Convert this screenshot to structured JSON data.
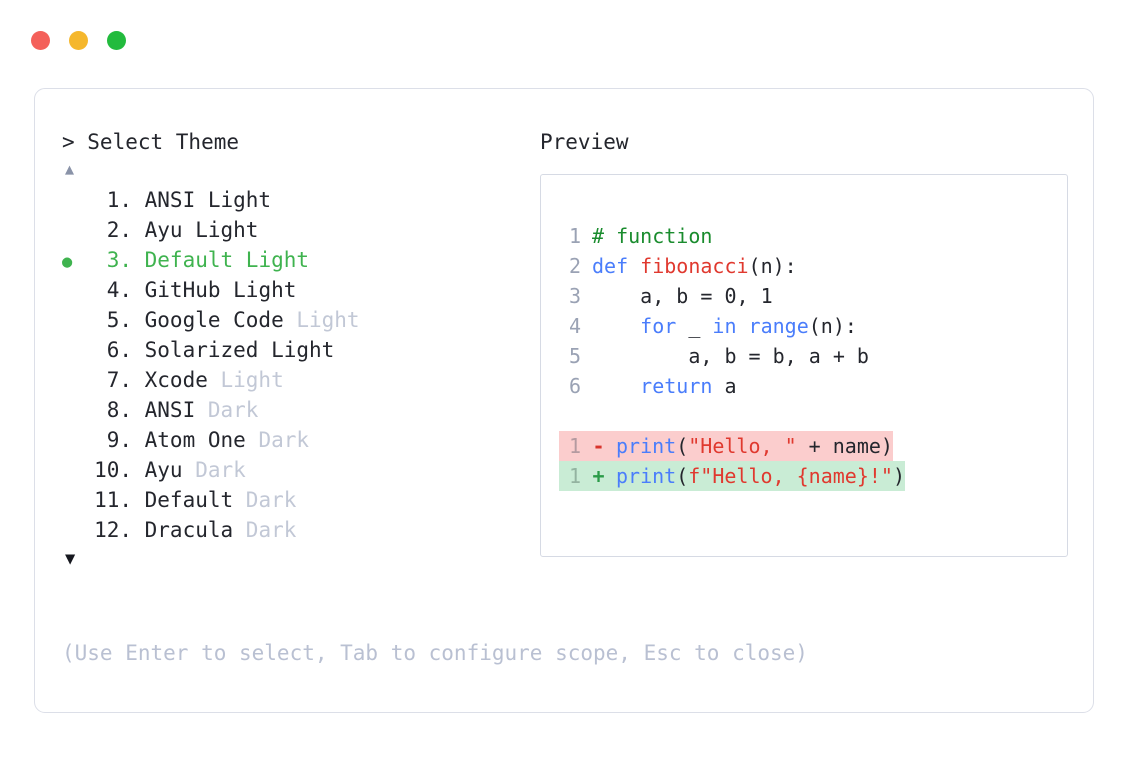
{
  "window": {
    "traffic_lights": [
      {
        "name": "close",
        "color": "#f4605a"
      },
      {
        "name": "minimize",
        "color": "#f5b72c"
      },
      {
        "name": "maximize",
        "color": "#22bb3d"
      }
    ]
  },
  "selector": {
    "prompt": "> Select Theme",
    "scroll_up_glyph": "▲",
    "scroll_down_glyph": "▼",
    "bullet_glyph": "●",
    "selected_index": 3,
    "items": [
      {
        "num": "1.",
        "name": "ANSI",
        "suffix": " Light",
        "suffix_muted": false,
        "selected": false
      },
      {
        "num": "2.",
        "name": "Ayu",
        "suffix": " Light",
        "suffix_muted": false,
        "selected": false
      },
      {
        "num": "3.",
        "name": "Default",
        "suffix": " Light",
        "suffix_muted": false,
        "selected": true
      },
      {
        "num": "4.",
        "name": "GitHub",
        "suffix": " Light",
        "suffix_muted": false,
        "selected": false
      },
      {
        "num": "5.",
        "name": "Google Code",
        "suffix": " Light",
        "suffix_muted": true,
        "selected": false
      },
      {
        "num": "6.",
        "name": "Solarized",
        "suffix": " Light",
        "suffix_muted": false,
        "selected": false
      },
      {
        "num": "7.",
        "name": "Xcode",
        "suffix": " Light",
        "suffix_muted": true,
        "selected": false
      },
      {
        "num": "8.",
        "name": "ANSI",
        "suffix": " Dark",
        "suffix_muted": true,
        "selected": false
      },
      {
        "num": "9.",
        "name": "Atom One",
        "suffix": " Dark",
        "suffix_muted": true,
        "selected": false
      },
      {
        "num": "10.",
        "name": "Ayu",
        "suffix": " Dark",
        "suffix_muted": true,
        "selected": false
      },
      {
        "num": "11.",
        "name": "Default",
        "suffix": " Dark",
        "suffix_muted": true,
        "selected": false
      },
      {
        "num": "12.",
        "name": "Dracula",
        "suffix": " Dark",
        "suffix_muted": true,
        "selected": false
      }
    ]
  },
  "preview": {
    "label": "Preview",
    "code_lines": [
      {
        "ln": "1",
        "tokens": [
          {
            "t": "# function",
            "c": "comment"
          }
        ]
      },
      {
        "ln": "2",
        "tokens": [
          {
            "t": "def ",
            "c": "kw"
          },
          {
            "t": "fibonacci",
            "c": "fn"
          },
          {
            "t": "(n):",
            "c": "plain"
          }
        ]
      },
      {
        "ln": "3",
        "tokens": [
          {
            "t": "    a, b = 0, 1",
            "c": "plain"
          }
        ]
      },
      {
        "ln": "4",
        "tokens": [
          {
            "t": "    ",
            "c": "plain"
          },
          {
            "t": "for",
            "c": "kw"
          },
          {
            "t": " _ ",
            "c": "plain"
          },
          {
            "t": "in range",
            "c": "kw"
          },
          {
            "t": "(n):",
            "c": "plain"
          }
        ]
      },
      {
        "ln": "5",
        "tokens": [
          {
            "t": "        a, b = b, a + b",
            "c": "plain"
          }
        ]
      },
      {
        "ln": "6",
        "tokens": [
          {
            "t": "    ",
            "c": "plain"
          },
          {
            "t": "return",
            "c": "kw"
          },
          {
            "t": " a",
            "c": "plain"
          }
        ]
      }
    ],
    "diff_lines": [
      {
        "ln": "1",
        "marker": "-",
        "kind": "del",
        "tokens": [
          {
            "t": "print",
            "c": "kw"
          },
          {
            "t": "(",
            "c": "plain"
          },
          {
            "t": "\"Hello, \"",
            "c": "str"
          },
          {
            "t": " + name)",
            "c": "plain"
          }
        ]
      },
      {
        "ln": "1",
        "marker": "+",
        "kind": "add",
        "tokens": [
          {
            "t": "print",
            "c": "kw"
          },
          {
            "t": "(",
            "c": "plain"
          },
          {
            "t": "f\"Hello, {name}!\"",
            "c": "str"
          },
          {
            "t": ")",
            "c": "plain"
          }
        ]
      }
    ]
  },
  "footer": {
    "hint": "(Use Enter to select, Tab to configure scope, Esc to close)"
  }
}
